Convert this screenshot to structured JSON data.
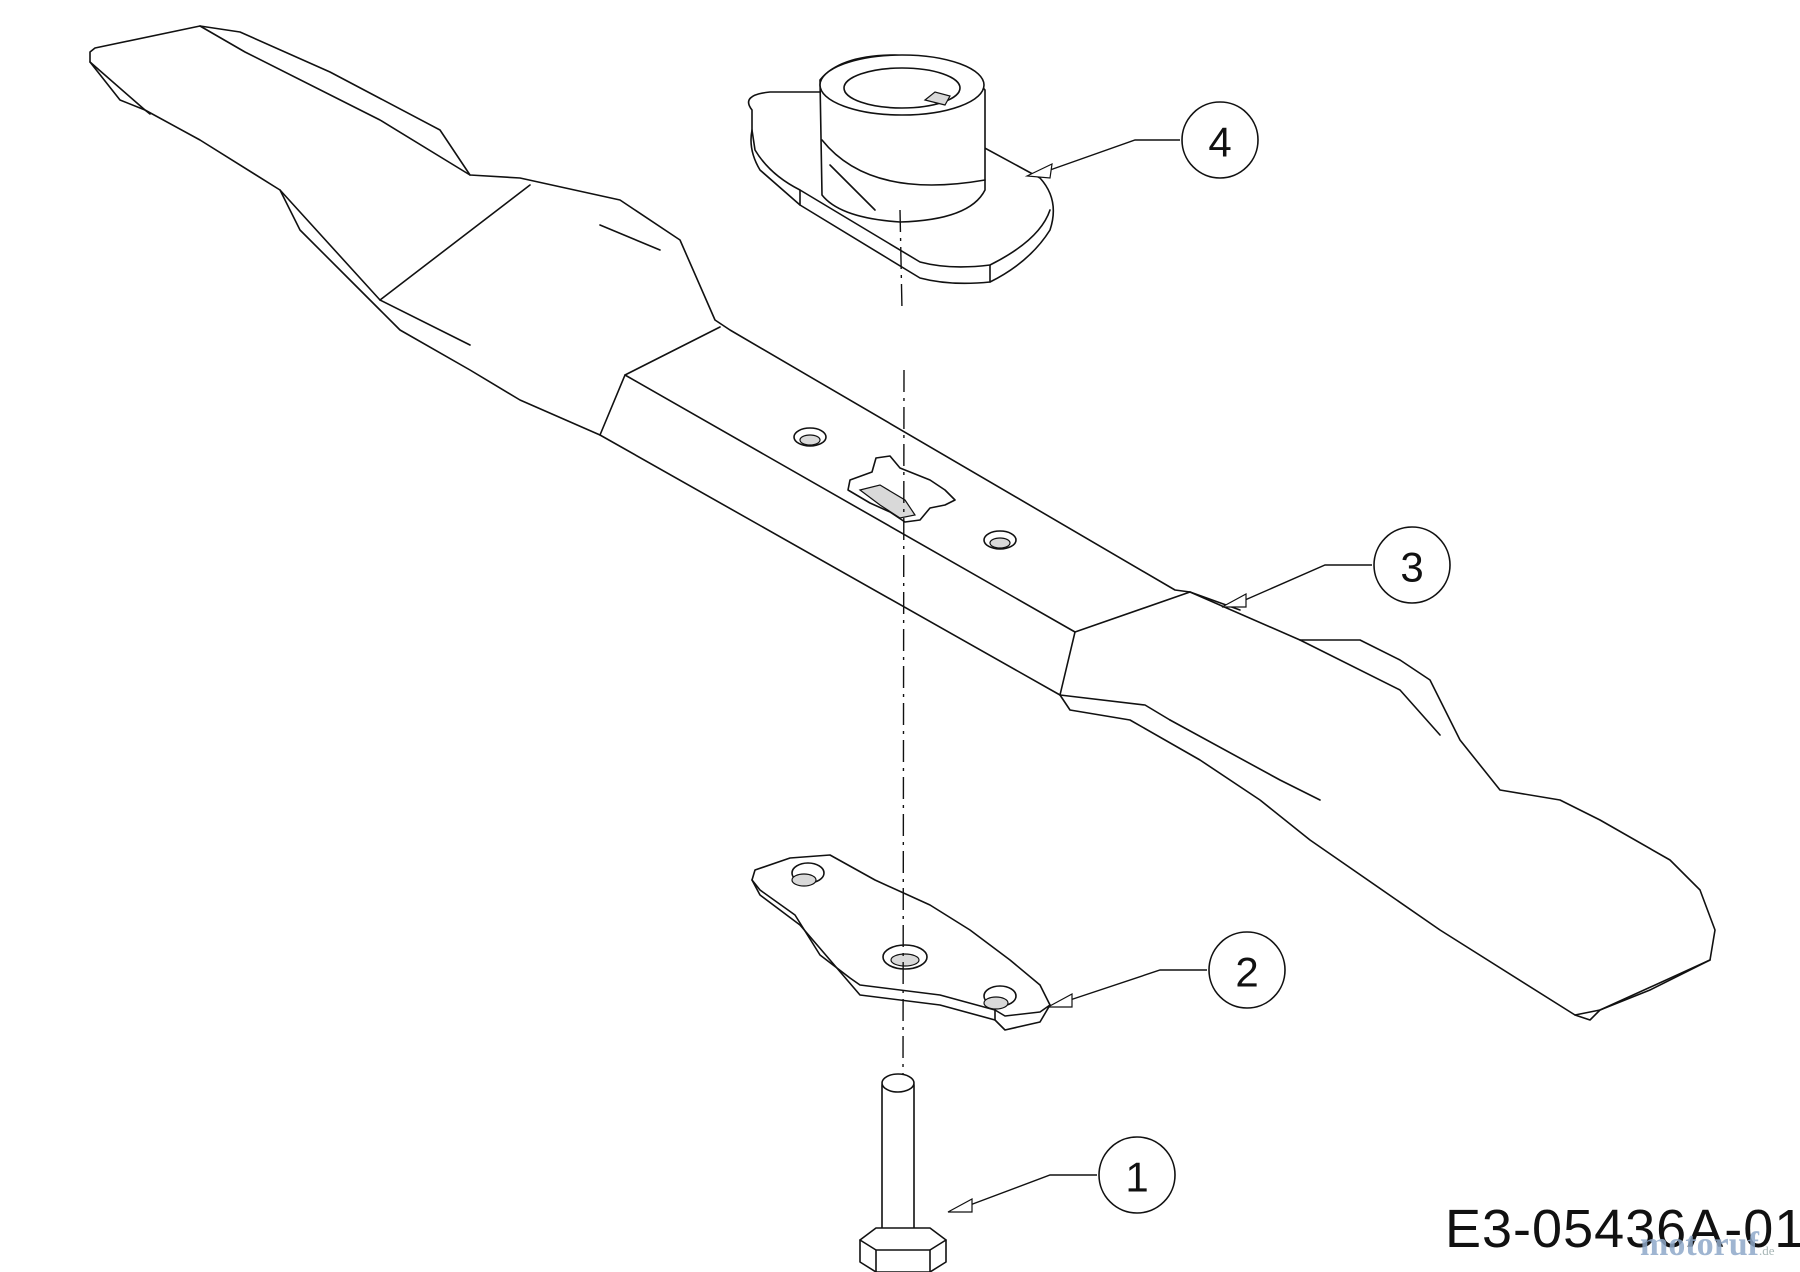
{
  "diagram": {
    "drawing_code": "E3-05436A-01",
    "watermark": "motoruf",
    "watermark_suffix": ".de",
    "callouts": [
      {
        "number": "1",
        "part": "bolt"
      },
      {
        "number": "2",
        "part": "blade-stiffener-plate"
      },
      {
        "number": "3",
        "part": "mower-blade"
      },
      {
        "number": "4",
        "part": "blade-adapter"
      }
    ]
  }
}
